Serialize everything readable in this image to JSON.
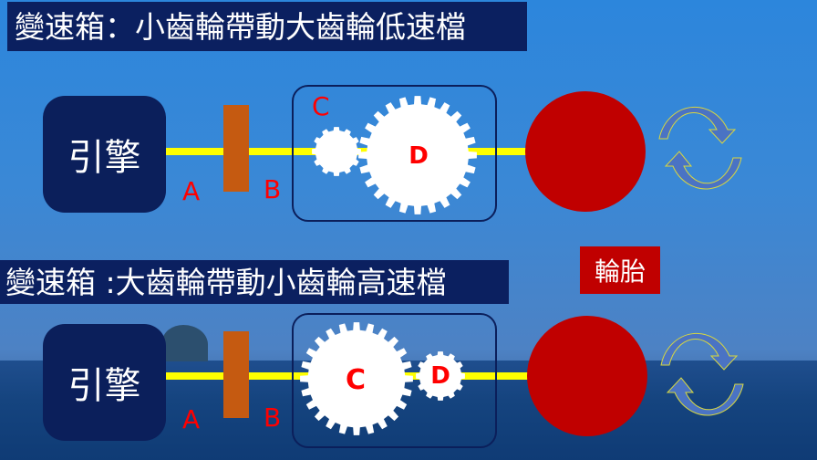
{
  "top": {
    "title": "變速箱：小齒輪帶動大齒輪低速檔",
    "engine": "引擎",
    "label_a": "A",
    "label_b": "B",
    "gear_small": "C",
    "gear_large": "D"
  },
  "bottom": {
    "title": "變速箱 :大齒輪帶動小齒輪高速檔",
    "engine": "引擎",
    "label_a": "A",
    "label_b": "B",
    "gear_large": "C",
    "gear_small": "D"
  },
  "tire_label": "輪胎",
  "colors": {
    "navy": "#0b1f5b",
    "shaft": "#ffff00",
    "clutch": "#c55a11",
    "wheel": "#c00000",
    "label": "#ff0000"
  }
}
